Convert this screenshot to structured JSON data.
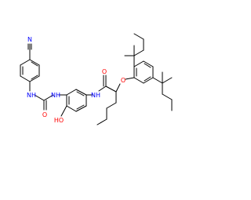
{
  "molecule": {
    "colors": {
      "bond": "#000000",
      "carbon_label": "#000000",
      "nitrogen": "#0000ff",
      "oxygen": "#ff0000",
      "hydrogen_on_nitrogen": "#0000ff",
      "hydrogen_on_oxygen": "#ff0000"
    },
    "labels": {
      "nitrile_n": "N",
      "urea_nh_left": "NH",
      "urea_o": "O",
      "urea_nh_right": "NH",
      "hydroxy": "HO",
      "amide_nh": "NH",
      "amide_o": "O",
      "ether_o": "O"
    }
  }
}
